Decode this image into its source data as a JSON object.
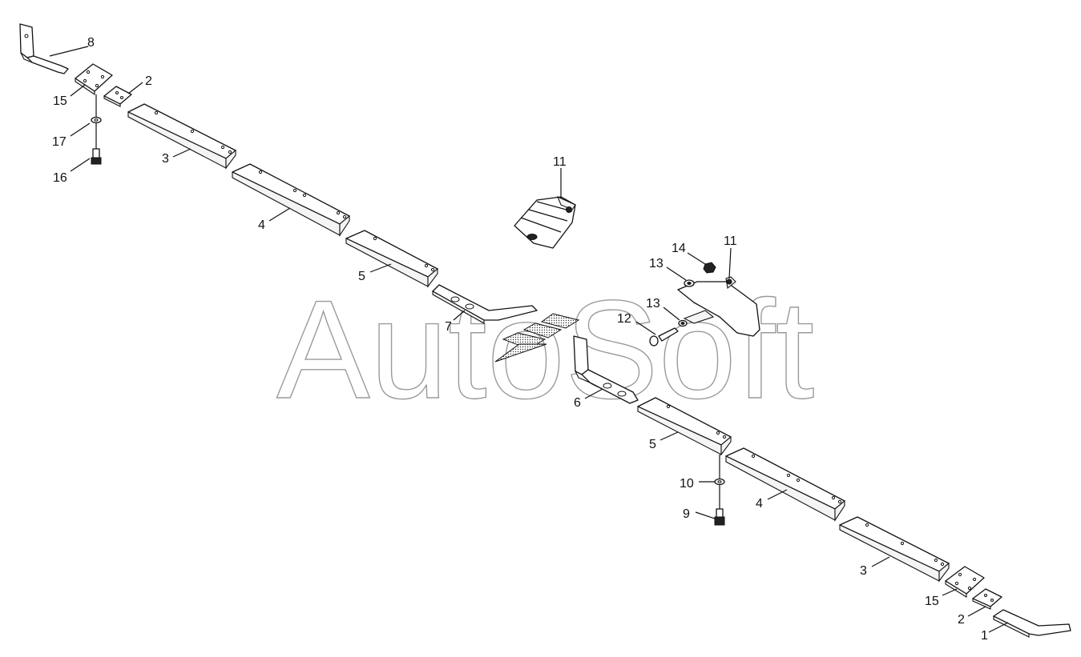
{
  "watermark": "AutoSoft",
  "callouts": [
    {
      "id": "c8a",
      "text": "8"
    },
    {
      "id": "c15a",
      "text": "15"
    },
    {
      "id": "c2a",
      "text": "2"
    },
    {
      "id": "c17",
      "text": "17"
    },
    {
      "id": "c16",
      "text": "16"
    },
    {
      "id": "c3a",
      "text": "3"
    },
    {
      "id": "c4a",
      "text": "4"
    },
    {
      "id": "c11a",
      "text": "11"
    },
    {
      "id": "c5a",
      "text": "5"
    },
    {
      "id": "c7",
      "text": "7"
    },
    {
      "id": "c14",
      "text": "14"
    },
    {
      "id": "c11b",
      "text": "11"
    },
    {
      "id": "c13a",
      "text": "13"
    },
    {
      "id": "c13b",
      "text": "13"
    },
    {
      "id": "c12",
      "text": "12"
    },
    {
      "id": "c6",
      "text": "6"
    },
    {
      "id": "c5b",
      "text": "5"
    },
    {
      "id": "c10",
      "text": "10"
    },
    {
      "id": "c9",
      "text": "9"
    },
    {
      "id": "c4b",
      "text": "4"
    },
    {
      "id": "c3b",
      "text": "3"
    },
    {
      "id": "c15b",
      "text": "15"
    },
    {
      "id": "c2b",
      "text": "2"
    },
    {
      "id": "c1",
      "text": "1"
    }
  ]
}
